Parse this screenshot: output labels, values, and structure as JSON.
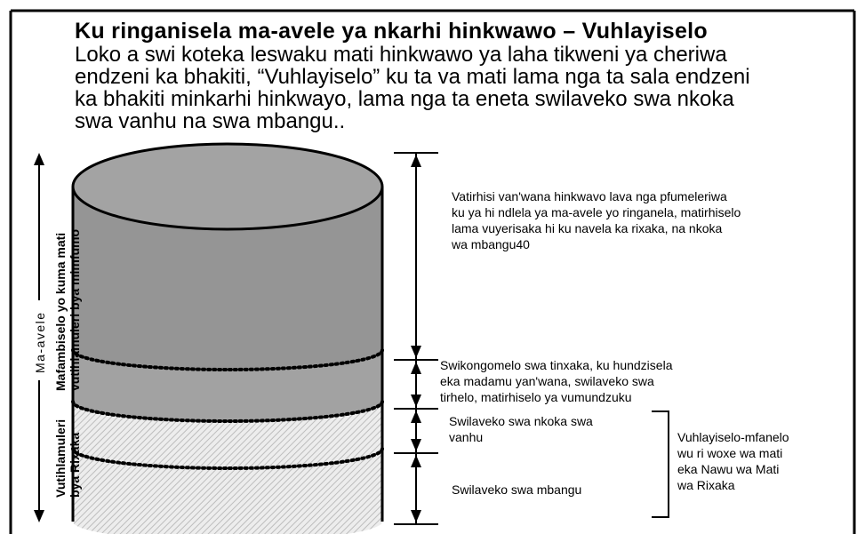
{
  "header": {
    "title": "Ku ringanisela ma-avele ya nkarhi hinkwawo – Vuhlayiselo",
    "body_lines": [
      "Loko a swi koteka leswaku mati hinkwawo ya laha tikweni ya cheriwa",
      "endzeni ka bhakiti, “Vuhlayiselo” ku ta va mati lama nga ta sala endzeni",
      "ka bhakiti minkarhi hinkwayo, lama nga ta eneta swilaveko swa nkoka",
      "swa vanhu na swa mbangu.."
    ]
  },
  "left_labels": {
    "ma_avele": "Ma-avele",
    "top_zone_line1": "Mafambiselo yo kuma mati",
    "top_zone_line2": "vutihlamuleri bya mimfumo",
    "bottom_zone_line1": "Vutihlamuleri",
    "bottom_zone_line2": "bya Rixaka"
  },
  "right_labels": {
    "zone1_lines": [
      "Vatirhisi van'wana hinkwavo lava nga pfumeleriwa",
      "ku ya hi ndlela ya ma-avele yo ringanela, matirhiselo",
      "lama vuyerisaka hi ku navela ka rixaka, na nkoka",
      "wa mbangu40"
    ],
    "zone2_lines": [
      "Swikongomelo swa tinxaka, ku hundzisela",
      "eka madamu yan'wana, swilaveko swa",
      "tirhelo, matirhiselo ya vumundzuku"
    ],
    "zone3_lines": [
      "Swilaveko swa nkoka swa",
      "vanhu"
    ],
    "zone4_lines": [
      "Swilaveko swa mbangu"
    ],
    "reserve_lines": [
      "Vuhlayiselo-mfanelo",
      "wu ri woxe wa mati",
      "eka Nawu wa Mati",
      "wa Rixaka"
    ]
  },
  "colors": {
    "cylinder_top": "#a0a0a0",
    "zone_dark": "#9a9a9a",
    "zone_light": "#e6e6e6",
    "hatch": "#c8c8c8",
    "outline": "#000000"
  }
}
